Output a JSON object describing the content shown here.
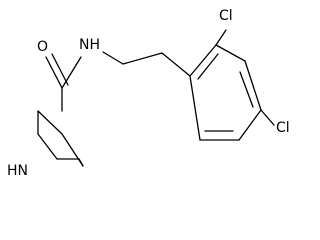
{
  "molecule": {
    "atoms": {
      "oxygen": "O",
      "amide_nh": "NH",
      "ring_nh": "HN",
      "cl_ortho": "Cl",
      "cl_para": "Cl"
    }
  },
  "colors": {
    "bond": "#000000",
    "text": "#000000",
    "background": "#ffffff"
  }
}
